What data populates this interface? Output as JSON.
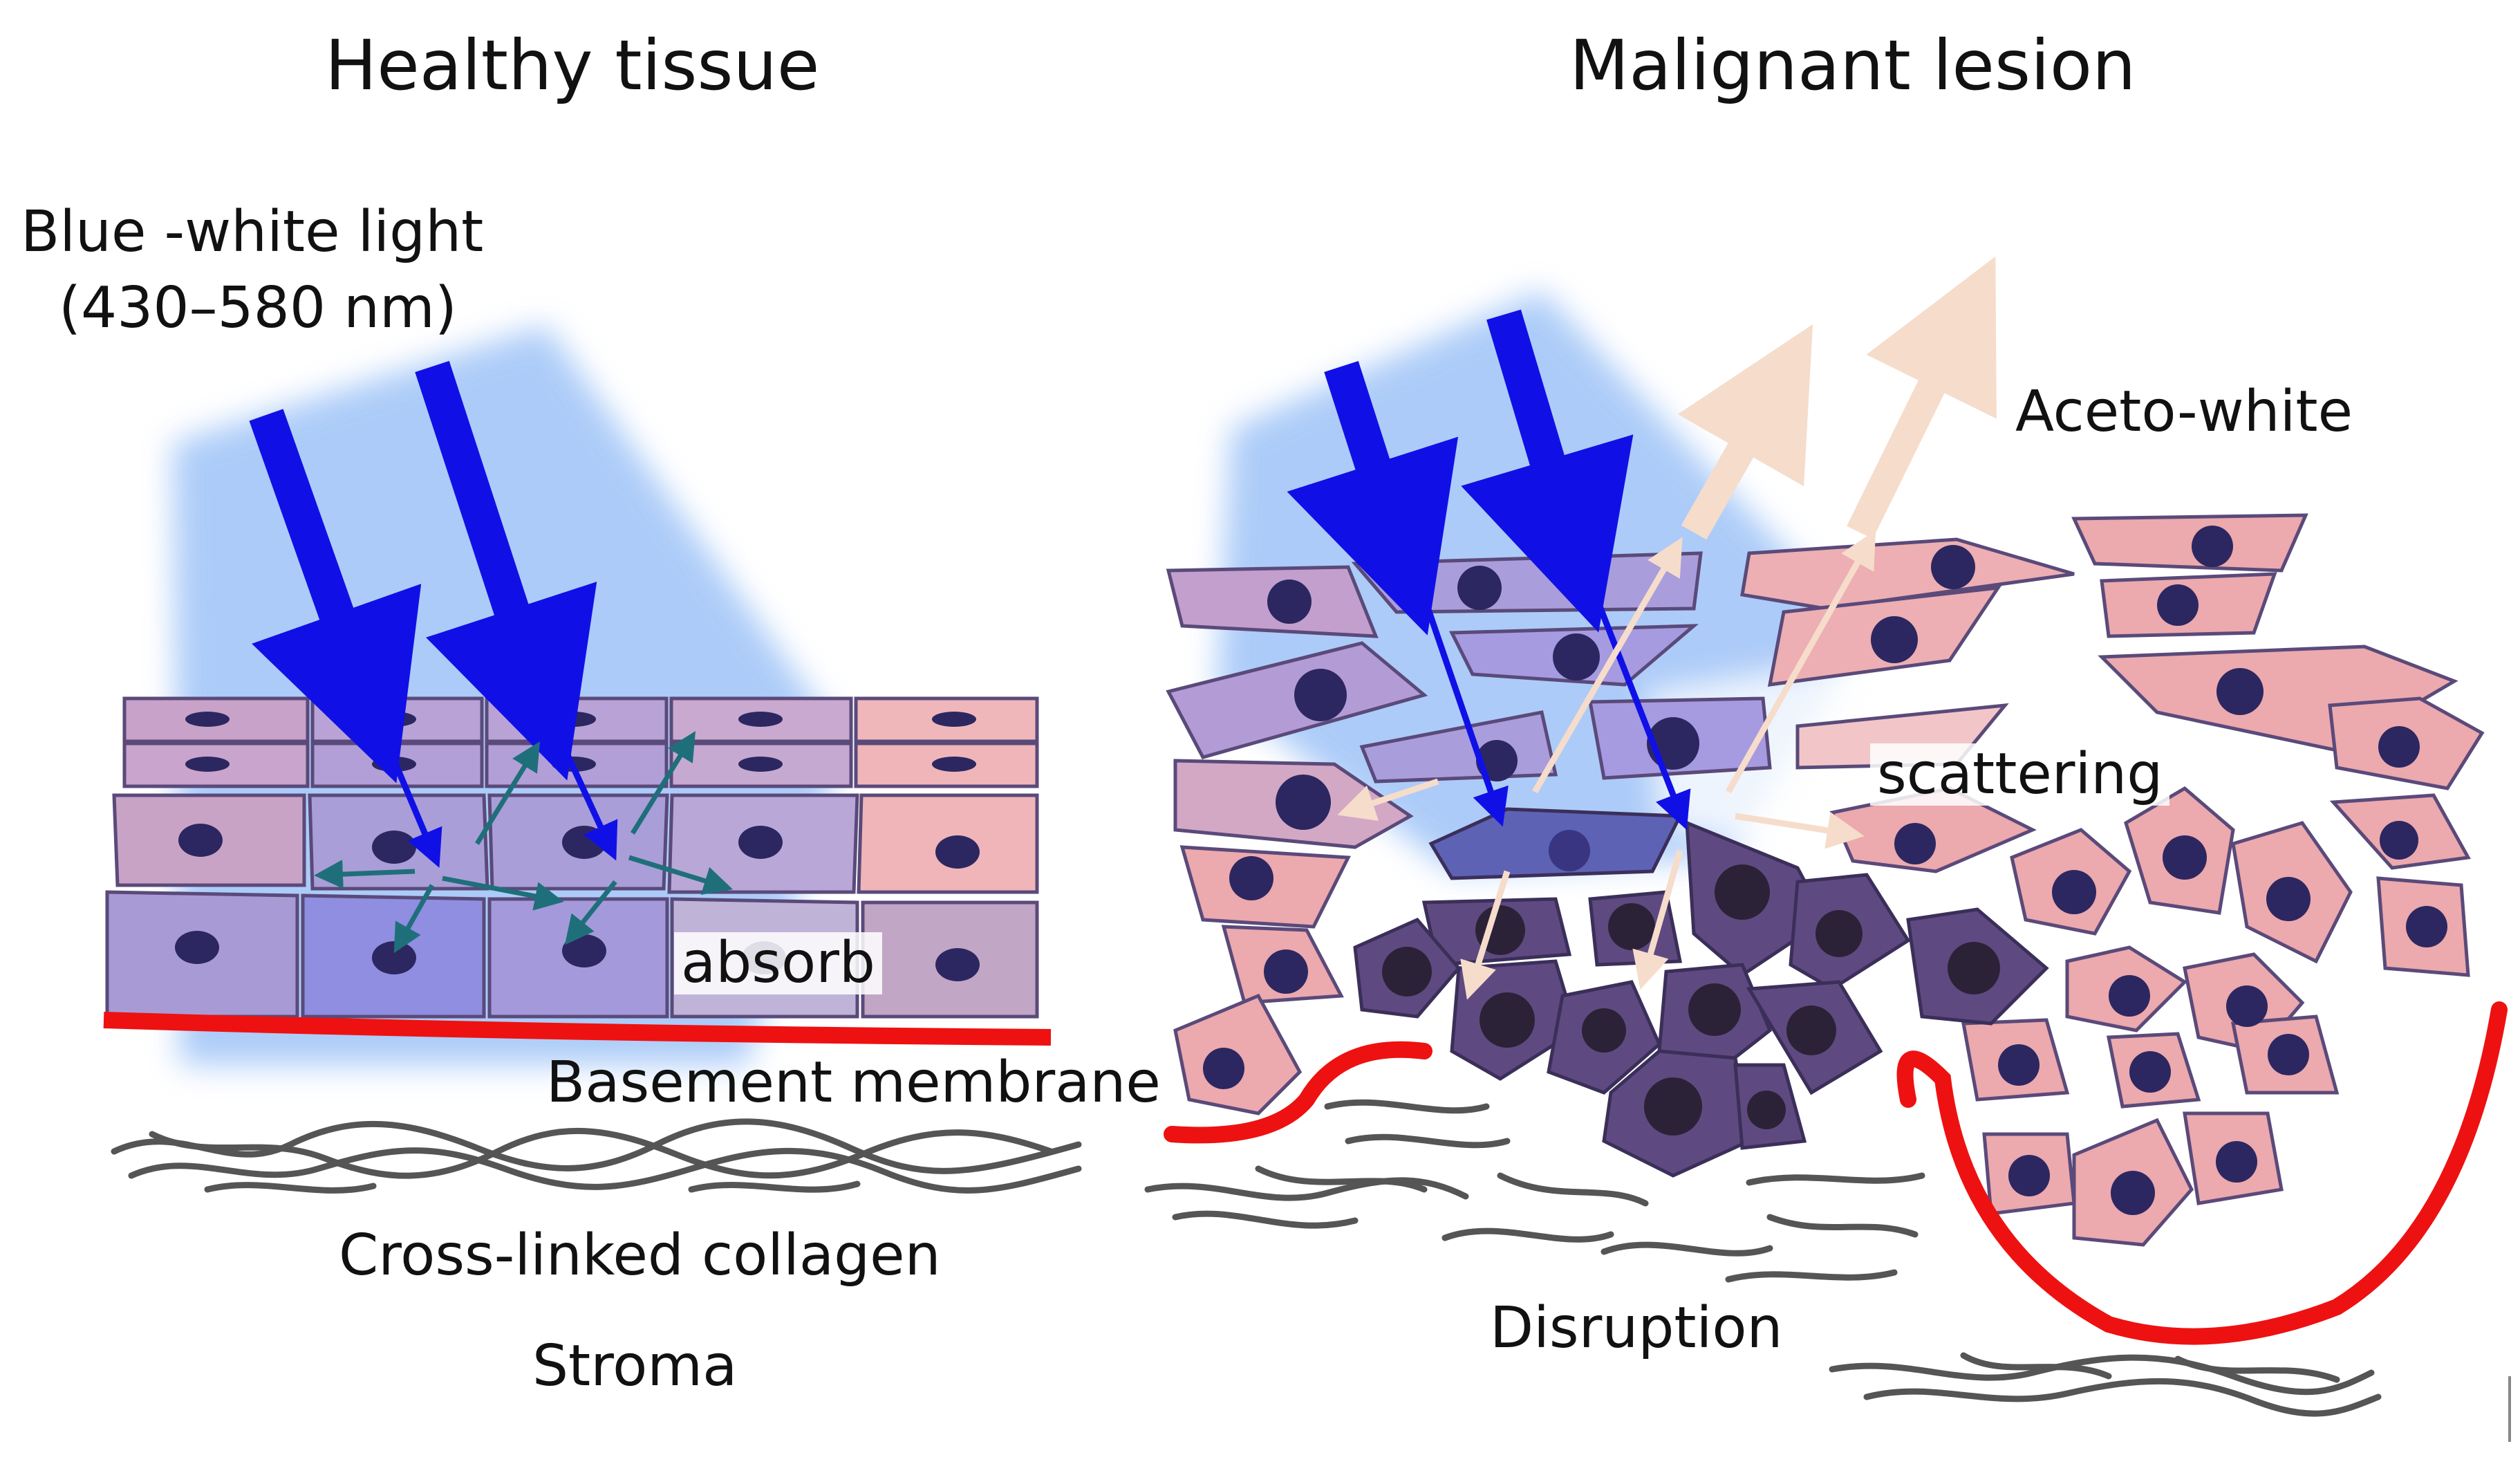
{
  "titles": {
    "healthy": "Healthy tissue",
    "malignant": "Malignant lesion"
  },
  "labels": {
    "light_line1": "Blue -white light",
    "light_line2": "(430–580 nm)",
    "aceto_white": "Aceto-white",
    "scattering": "scattering",
    "absorb": "absorb",
    "basement_membrane": "Basement membrane",
    "collagen": "Cross-linked collagen",
    "stroma": "Stroma",
    "disruption": "Disruption"
  },
  "colors": {
    "incident_light": "#1010e6",
    "light_glow": "#9ec3f7",
    "scatter_arrow": "#f6dccb",
    "absorb_arrow": "#1f6f7a",
    "healthy_cell": "#f0b3b5",
    "tumor_cell": "#5e4a80",
    "nucleus": "#2c2760",
    "membrane": "#ee1111",
    "collagen_fiber": "#555555"
  }
}
